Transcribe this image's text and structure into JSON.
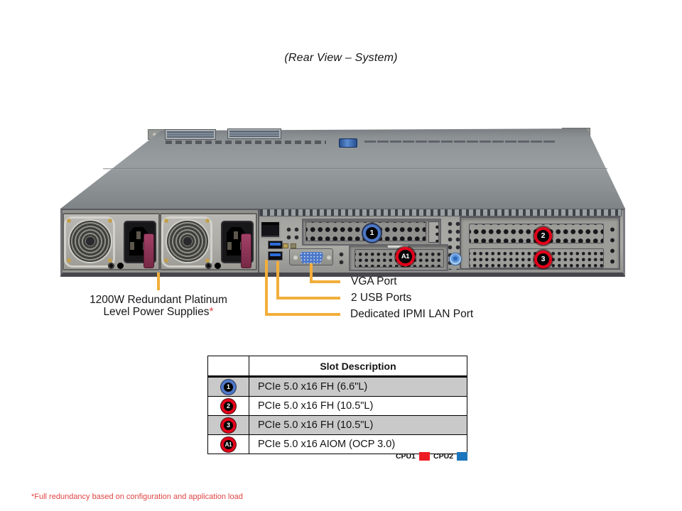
{
  "title": "(Rear View – System)",
  "labels": {
    "psu_line1": "1200W Redundant Platinum",
    "psu_line2": "Level Power Supplies",
    "psu_asterisk": "*",
    "vga": "VGA Port",
    "usb": "2 USB Ports",
    "ipmi": "Dedicated IPMI LAN Port"
  },
  "markers": {
    "slot1": "1",
    "slot2": "2",
    "slot3": "3",
    "aiom": "A1"
  },
  "table": {
    "header": "Slot Description",
    "rows": [
      {
        "slot": "1",
        "description": "PCIe 5.0 x16 FH (6.6\"L)",
        "cpu": "CPU2"
      },
      {
        "slot": "2",
        "description": "PCIe 5.0 x16 FH (10.5\"L)",
        "cpu": "CPU1"
      },
      {
        "slot": "3",
        "description": "PCIe 5.0 x16 FH (10.5\"L)",
        "cpu": "CPU1"
      },
      {
        "slot": "A1",
        "description": "PCIe 5.0 x16 AIOM (OCP 3.0)",
        "cpu": "CPU1"
      }
    ]
  },
  "legend": {
    "cpu1": "CPU1",
    "cpu1_color": "#ed1c24",
    "cpu2": "CPU2",
    "cpu2_color": "#1b75bc"
  },
  "footnote": "*Full redundancy based on configuration and application load",
  "colors": {
    "callout_line": "#f2ae3b",
    "marker_red_ring": "#e30019",
    "marker_blue_ring": "#4d77c8",
    "footnote_red": "#e04444"
  }
}
